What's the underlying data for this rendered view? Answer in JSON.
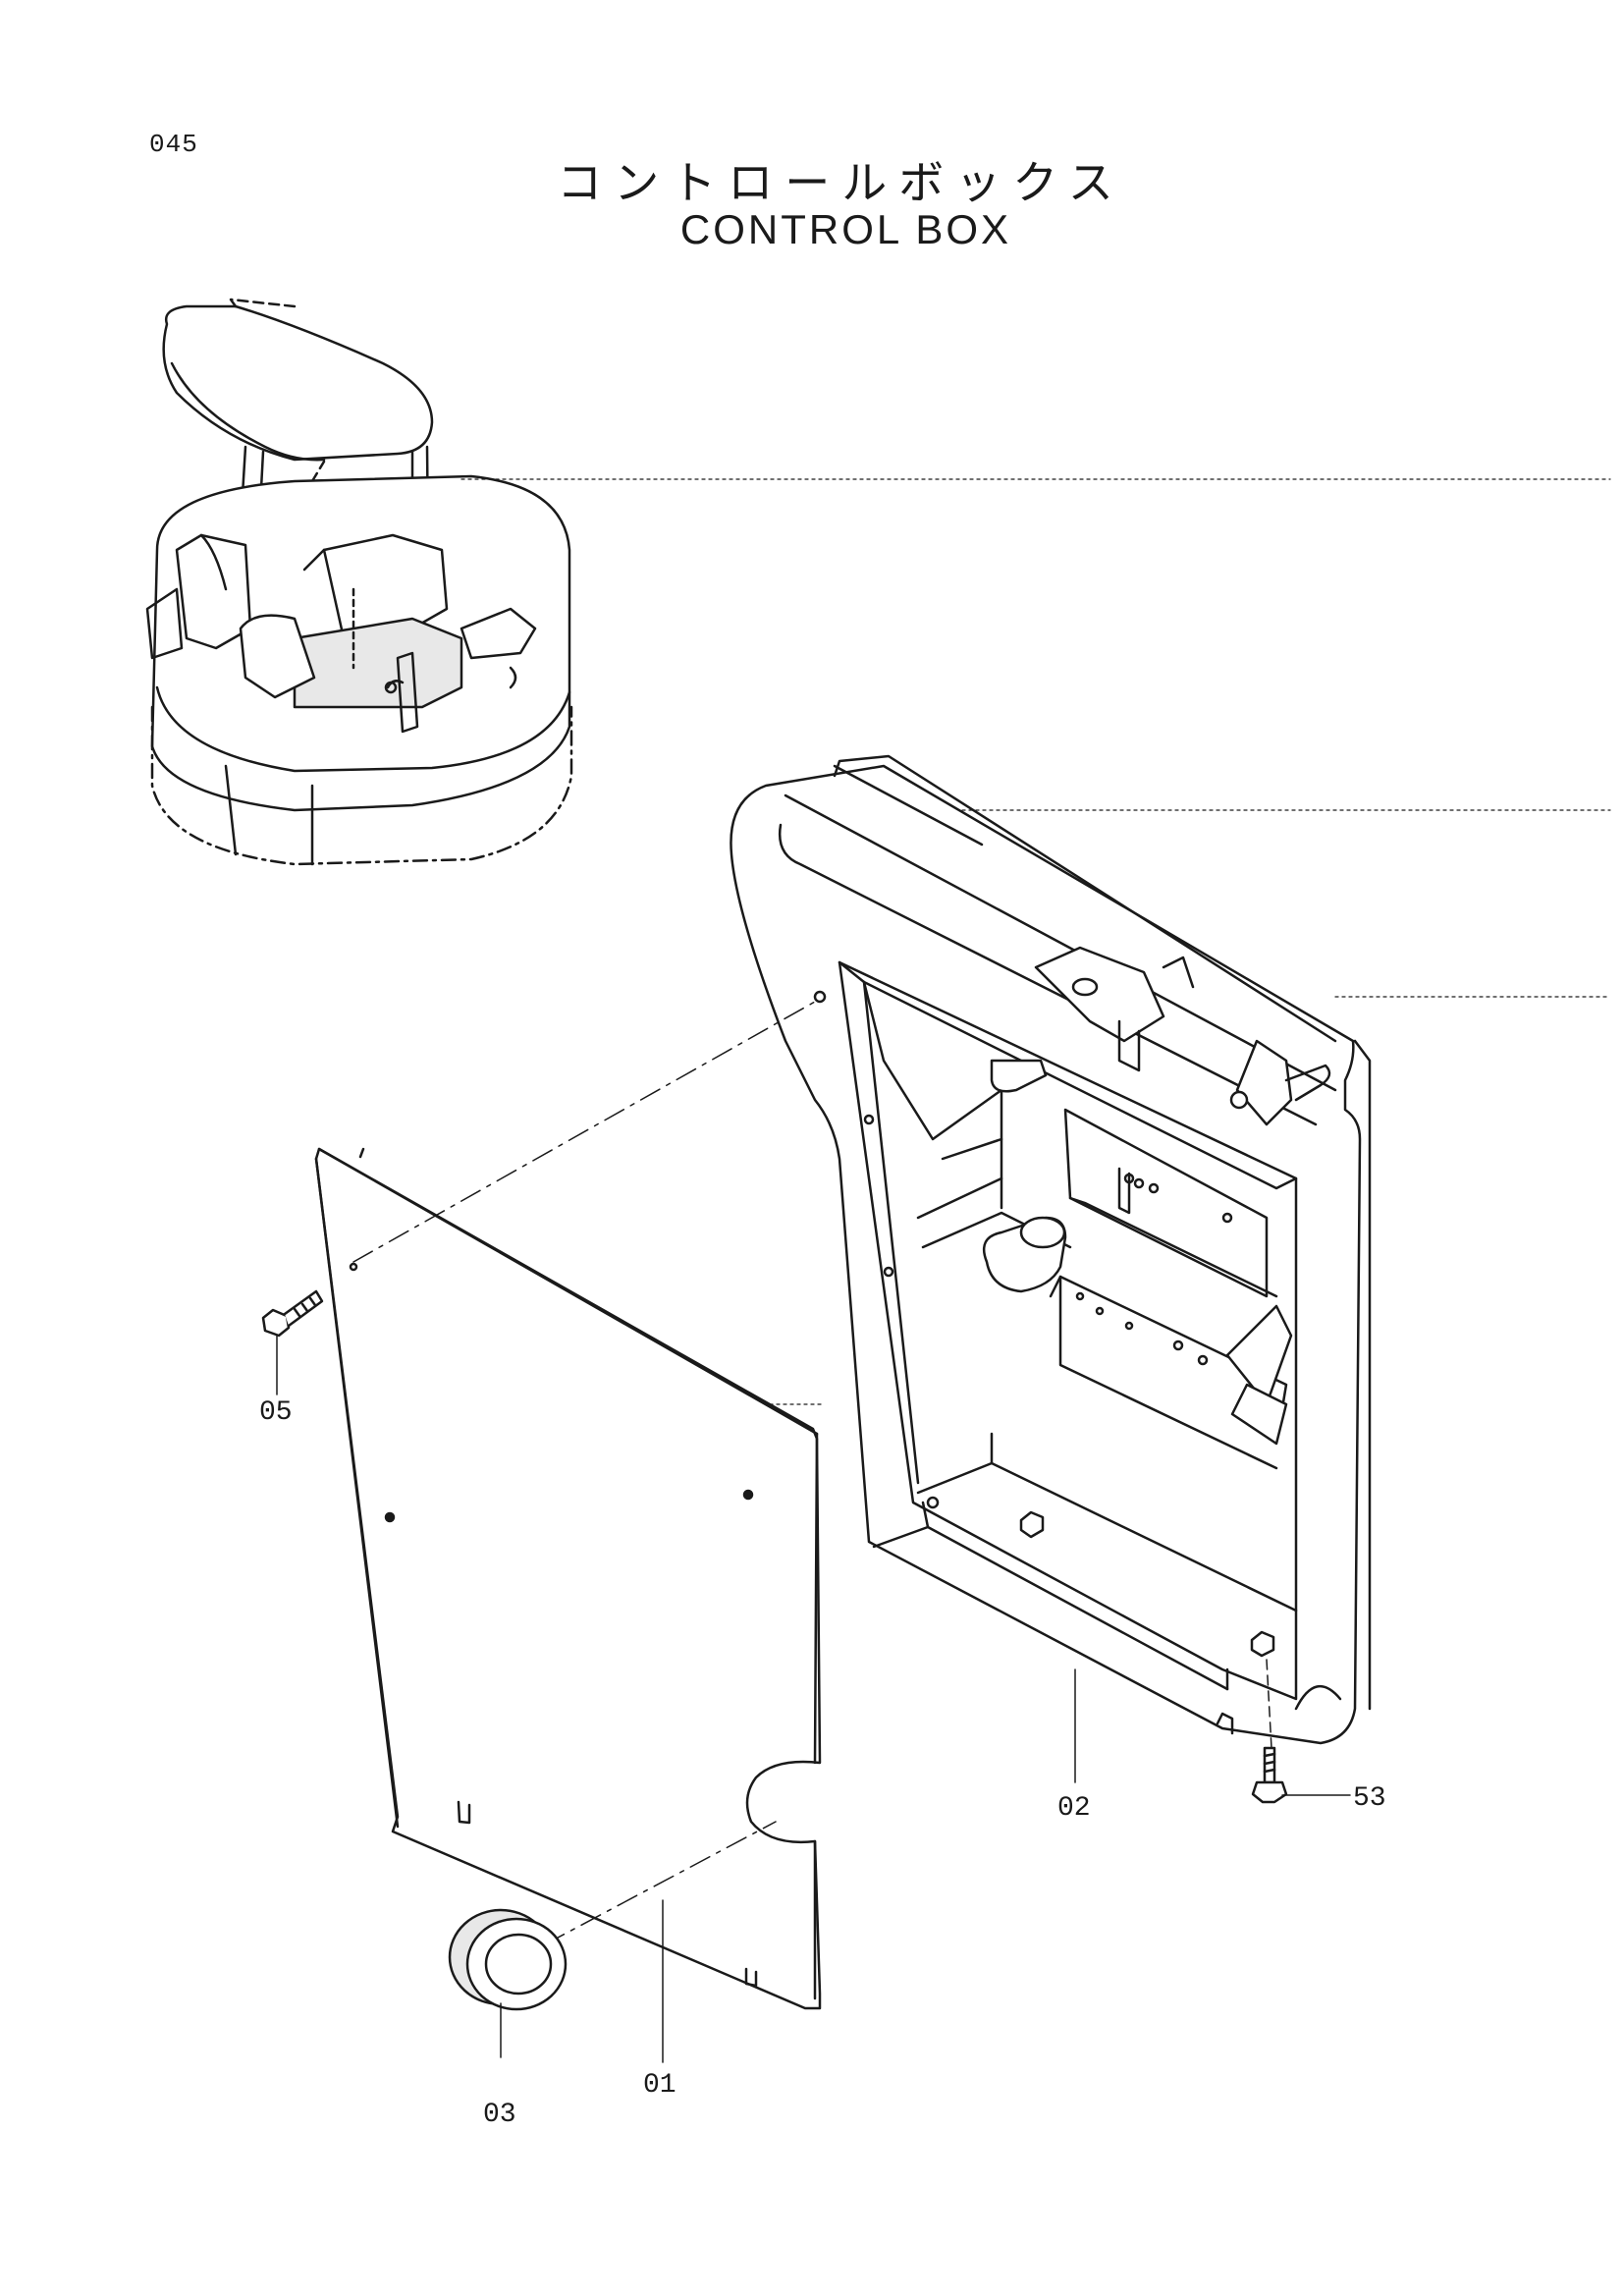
{
  "page": {
    "number": "045"
  },
  "title": {
    "japanese": "コントロールボックス",
    "english": "CONTROL BOX"
  },
  "callouts": [
    {
      "id": "01",
      "label": "01"
    },
    {
      "id": "02",
      "label": "02"
    },
    {
      "id": "03",
      "label": "03"
    },
    {
      "id": "05",
      "label": "05"
    },
    {
      "id": "53",
      "label": "53"
    }
  ],
  "colors": {
    "ink": "#1a1a1a",
    "fill": "#ffffff",
    "shade": "#e8e8e8"
  }
}
